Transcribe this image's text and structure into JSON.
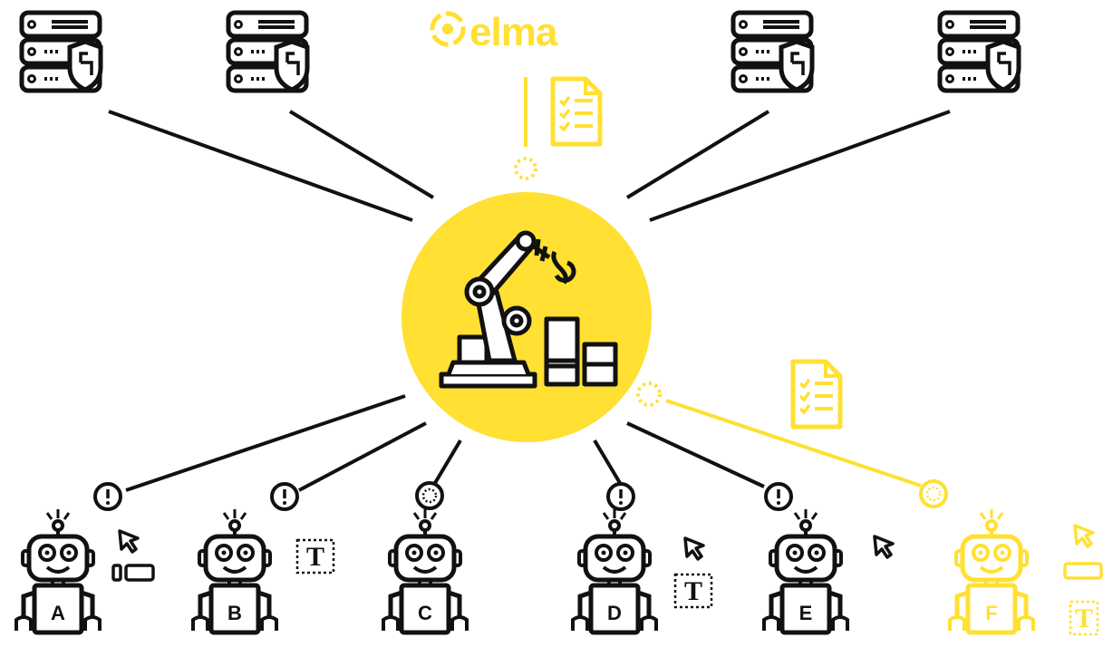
{
  "brand": {
    "logo_text": "elma"
  },
  "colors": {
    "accent": "#FFE033",
    "ink": "#111111",
    "background": "#FFFFFF"
  },
  "hub": {
    "icon": "robotic-arm-icon"
  },
  "servers": [
    {
      "icon": "secure-server-icon"
    },
    {
      "icon": "secure-server-icon"
    },
    {
      "icon": "secure-server-icon"
    },
    {
      "icon": "secure-server-icon"
    }
  ],
  "robots": [
    {
      "label": "A",
      "status": "alert",
      "action": "click-button"
    },
    {
      "label": "B",
      "status": "alert",
      "action": "type-text"
    },
    {
      "label": "C",
      "status": "loading",
      "action": "none"
    },
    {
      "label": "D",
      "status": "alert",
      "action": "click-type"
    },
    {
      "label": "E",
      "status": "alert",
      "action": "click"
    },
    {
      "label": "F",
      "status": "loading",
      "action": "click-input-type",
      "highlighted": true
    }
  ]
}
